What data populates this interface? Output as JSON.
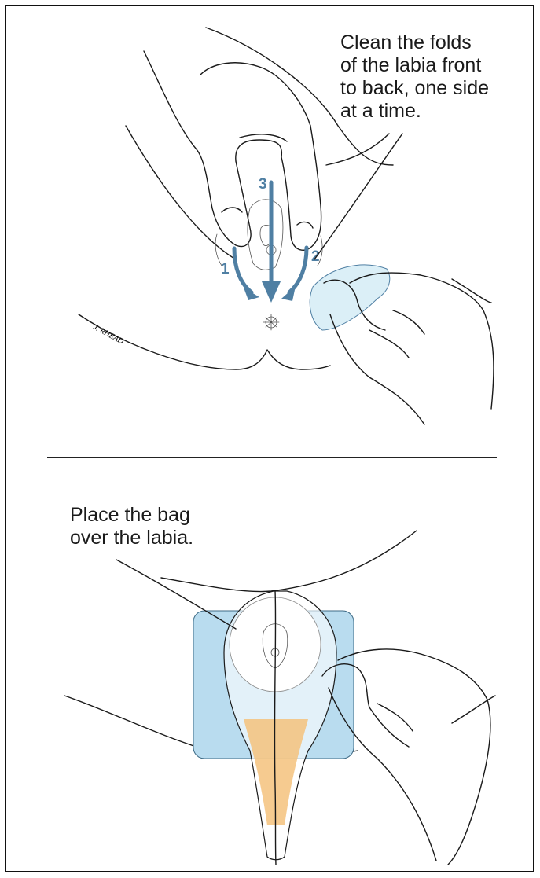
{
  "panels": {
    "top": {
      "caption_lines": [
        "Clean the folds",
        "of the labia front",
        "to back, one side",
        "at a time."
      ],
      "arrow_labels": [
        "1",
        "2",
        "3"
      ],
      "signature": "J. RHEAD"
    },
    "bottom": {
      "caption_lines": [
        "Place the bag",
        "over the labia."
      ]
    }
  },
  "colors": {
    "arrow": "#4f7fa3",
    "wipe": "#dbeff7",
    "bag_adhesive": "#b9dcef",
    "urine": "#f5c27c",
    "ink": "#1a1a1a"
  }
}
